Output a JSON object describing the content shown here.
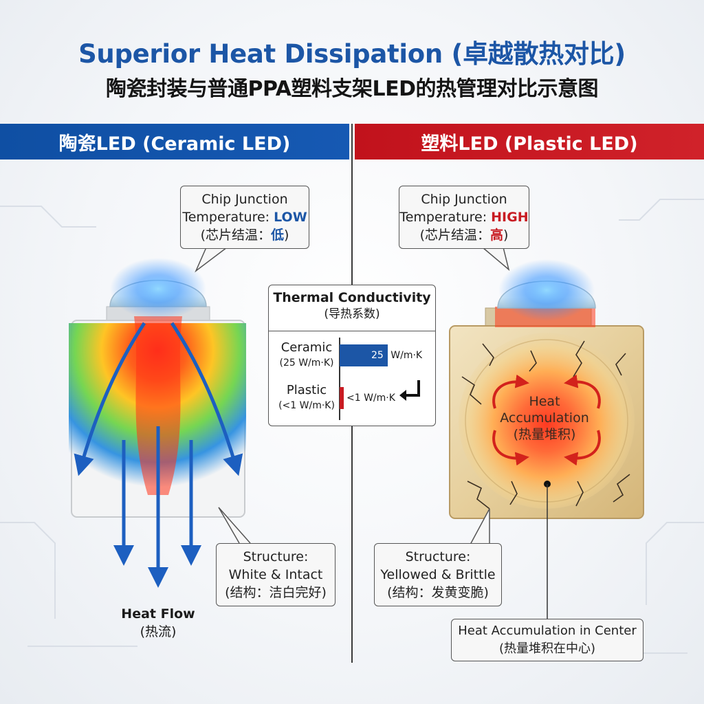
{
  "title": {
    "line1": "Superior Heat Dissipation (卓越散热对比)",
    "line2": "陶瓷封装与普通PPA塑料支架LED的热管理对比示意图"
  },
  "left": {
    "banner": "陶瓷LED (Ceramic LED)",
    "junction": {
      "line1": "Chip Junction",
      "line2_prefix": "Temperature: ",
      "line2_value": "LOW",
      "line3_prefix": "(芯片结温：",
      "line3_value": "低",
      "line3_suffix": ")"
    },
    "structure": {
      "line1": "Structure:",
      "line2": "White & Intact",
      "line3": "(结构：洁白完好)"
    },
    "heat_flow": {
      "line1": "Heat Flow",
      "line2": "(热流)"
    }
  },
  "right": {
    "banner": "塑料LED (Plastic LED)",
    "junction": {
      "line1": "Chip Junction",
      "line2_prefix": "Temperature: ",
      "line2_value": "HIGH",
      "line3_prefix": "(芯片结温：",
      "line3_value": "高",
      "line3_suffix": ")"
    },
    "structure": {
      "line1": "Structure:",
      "line2": "Yellowed & Brittle",
      "line3": "(结构：发黄变脆)"
    },
    "accumulation": {
      "line1": "Heat",
      "line2": "Accumulation",
      "line3": "(热量堆积)"
    },
    "center": {
      "line1": "Heat Accumulation in Center",
      "line2": "(热量堆积在中心)"
    }
  },
  "conductivity": {
    "title": "Thermal Conductivity",
    "subtitle": "(导热系数)",
    "rows": [
      {
        "name": "Ceramic",
        "sub": "(25 W/m·K)",
        "value": 25,
        "value_label": "25",
        "unit": "W/m·K",
        "color": "#1c56a6"
      },
      {
        "name": "Plastic",
        "sub": "(<1 W/m·K)",
        "value": 1,
        "value_label": "<1 W/m·K",
        "unit": "",
        "color": "#c81b22"
      }
    ],
    "max": 25
  },
  "colors": {
    "ceramic_blue": "#1c56a6",
    "plastic_red": "#c81b22",
    "flow_arrow": "#1d5fc0",
    "chip_glow": "#2f8fff"
  }
}
